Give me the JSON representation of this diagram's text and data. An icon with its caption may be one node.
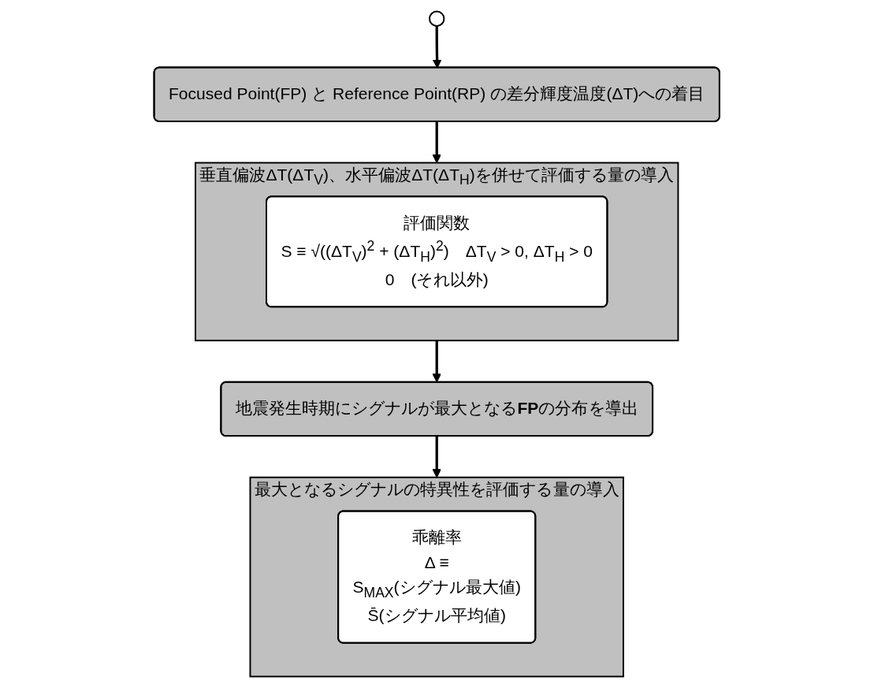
{
  "diagram": {
    "nodes": [
      {
        "text": [],
        "shape": "circle"
      },
      {
        "text": [
          "Focused Point(FP) と Reference Point(RP) の差分輝度温度(ΔT)への着目"
        ]
      },
      {
        "text": [
          "垂直偏波ΔT(ΔT$_{V}$)、水平偏波ΔT(ΔT$_{H}$)を併せて評価する量の導入"
        ]
      },
      {
        "text": [
          "評価関数",
          "S ≡ √((ΔT$_{V}$)$^{2}$ + (ΔT$_{H}$)$^{2}$)　ΔT$_{V}$ > 0, ΔT$_{H}$ > 0",
          "0　(それ以外)"
        ],
        "in": 2
      },
      {
        "text": [
          "地震発生時期にシグナルが最大となる**FP**の分布を導出"
        ]
      },
      {
        "text": [
          "最大となるシグナルの特異性を評価する量の導入"
        ]
      },
      {
        "text": [
          "乖離率",
          "Δ ≡",
          "S$_{MAX}$(シグナル最大値)",
          "S̄(シグナル平均値)"
        ],
        "in": 5
      }
    ],
    "edges": [
      {
        "from": 0,
        "to": 1,
        "arrow": "to"
      },
      {
        "from": 1,
        "to": 2,
        "arrow": "to"
      },
      {
        "from": 2,
        "to": 4,
        "arrow": "to"
      },
      {
        "from": 4,
        "to": 5,
        "arrow": "to"
      }
    ]
  }
}
